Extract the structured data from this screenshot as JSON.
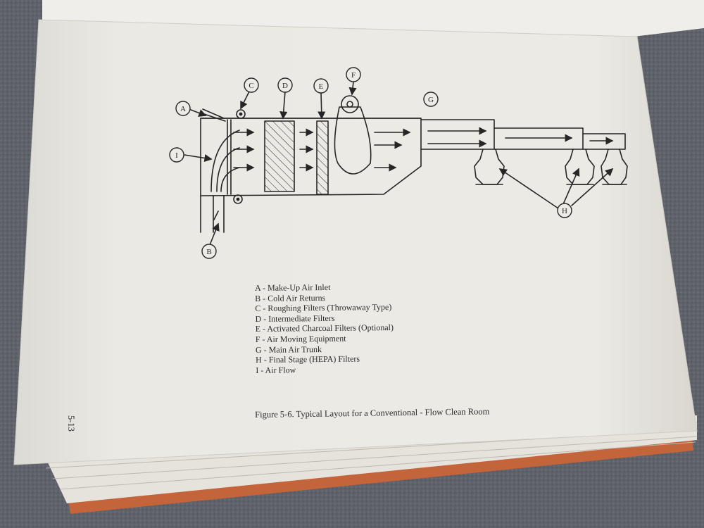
{
  "figure": {
    "caption": "Figure 5-6.  Typical Layout for a Conventional - Flow Clean Room",
    "page_number": "5-13",
    "callouts": [
      "A",
      "B",
      "C",
      "D",
      "E",
      "F",
      "G",
      "H",
      "I"
    ],
    "legend": [
      "A - Make-Up Air Inlet",
      "B - Cold Air Returns",
      "C - Roughing Filters (Throwaway Type)",
      "D - Intermediate Filters",
      "E - Activated Charcoal Filters (Optional)",
      "F - Air Moving Equipment",
      "G - Main Air Trunk",
      "H - Final Stage (HEPA) Filters",
      "I - Air Flow"
    ]
  },
  "colors": {
    "carpet": "#5d6068",
    "page": "#e9e7e2",
    "ink": "#262626",
    "book_cover_edge": "#c4643a"
  }
}
